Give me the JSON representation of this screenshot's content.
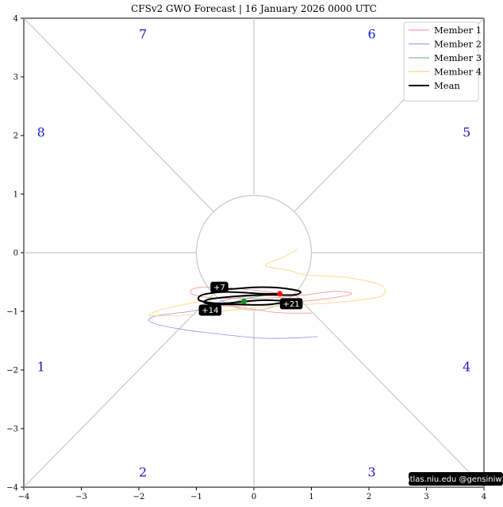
{
  "chart_data": {
    "type": "line",
    "title": "CFSv2 GWO Forecast  |  16  January  2026 0000 UTC",
    "xlim": [
      -4,
      4
    ],
    "ylim": [
      -4,
      4
    ],
    "xticks": [
      -4,
      -3,
      -2,
      -1,
      0,
      1,
      2,
      3,
      4
    ],
    "yticks": [
      -4,
      -3,
      -2,
      -1,
      0,
      1,
      2,
      3,
      4
    ],
    "tick_labels": [
      "−4",
      "−3",
      "−2",
      "−1",
      "0",
      "1",
      "2",
      "3",
      "4"
    ],
    "grid_circle_radius": 1,
    "phases": [
      {
        "label": "1",
        "x": -3.7,
        "y": -1.95
      },
      {
        "label": "2",
        "x": -1.93,
        "y": -3.75
      },
      {
        "label": "3",
        "x": 2.05,
        "y": -3.75
      },
      {
        "label": "4",
        "x": 3.7,
        "y": -1.95
      },
      {
        "label": "5",
        "x": 3.7,
        "y": 2.05
      },
      {
        "label": "6",
        "x": 2.05,
        "y": 3.72
      },
      {
        "label": "7",
        "x": -1.93,
        "y": 3.72
      },
      {
        "label": "8",
        "x": -3.7,
        "y": 2.05
      }
    ],
    "legend": {
      "position": "top-right"
    },
    "series": [
      {
        "name": "Member 1",
        "color": "#ff8c8c",
        "width": 0.8,
        "points": [
          [
            0.45,
            -0.7
          ],
          [
            0.2,
            -0.66
          ],
          [
            -0.2,
            -0.62
          ],
          [
            -0.6,
            -0.59
          ],
          [
            -1.0,
            -0.6
          ],
          [
            -1.1,
            -0.68
          ],
          [
            -0.9,
            -0.75
          ],
          [
            -0.4,
            -0.78
          ],
          [
            0.3,
            -0.77
          ],
          [
            0.9,
            -0.72
          ],
          [
            1.4,
            -0.66
          ],
          [
            1.7,
            -0.7
          ],
          [
            1.3,
            -0.78
          ],
          [
            0.5,
            -0.86
          ],
          [
            -0.2,
            -0.9
          ],
          [
            -0.7,
            -0.9
          ],
          [
            -0.3,
            -0.92
          ],
          [
            0.4,
            -1.02
          ],
          [
            1.0,
            -1.03
          ]
        ]
      },
      {
        "name": "Member 2",
        "color": "#9090f5",
        "width": 0.8,
        "points": [
          [
            0.45,
            -0.7
          ],
          [
            0.1,
            -0.73
          ],
          [
            -0.3,
            -0.77
          ],
          [
            -0.6,
            -0.84
          ],
          [
            -0.7,
            -0.92
          ],
          [
            -1.1,
            -1.0
          ],
          [
            -1.7,
            -1.08
          ],
          [
            -1.8,
            -1.18
          ],
          [
            -1.3,
            -1.3
          ],
          [
            -0.5,
            -1.4
          ],
          [
            0.2,
            -1.46
          ],
          [
            0.8,
            -1.45
          ],
          [
            1.1,
            -1.43
          ]
        ]
      },
      {
        "name": "Member 3",
        "color": "#5cb85c",
        "width": 0.8,
        "points": [
          [
            0.45,
            -0.7
          ],
          [
            0.1,
            -0.74
          ],
          [
            -0.2,
            -0.8
          ],
          [
            -0.4,
            -0.86
          ],
          [
            -0.6,
            -0.88
          ],
          [
            -0.3,
            -0.87
          ],
          [
            0.0,
            -0.82
          ]
        ]
      },
      {
        "name": "Member 4",
        "color": "#ffd27a",
        "width": 0.8,
        "points": [
          [
            0.45,
            -0.7
          ],
          [
            0.3,
            -0.72
          ],
          [
            -0.1,
            -0.74
          ],
          [
            -0.6,
            -0.78
          ],
          [
            -1.1,
            -0.86
          ],
          [
            -1.6,
            -0.97
          ],
          [
            -1.8,
            -1.07
          ],
          [
            -1.1,
            -1.06
          ],
          [
            -0.3,
            -0.97
          ],
          [
            0.5,
            -0.9
          ],
          [
            1.3,
            -0.86
          ],
          [
            1.9,
            -0.8
          ],
          [
            2.25,
            -0.72
          ],
          [
            2.2,
            -0.55
          ],
          [
            1.6,
            -0.42
          ],
          [
            0.9,
            -0.38
          ],
          [
            0.6,
            -0.3
          ],
          [
            0.2,
            -0.22
          ],
          [
            0.5,
            -0.08
          ],
          [
            0.75,
            0.05
          ]
        ]
      },
      {
        "name": "Mean",
        "color": "#000000",
        "width": 2,
        "points": [
          [
            0.45,
            -0.7
          ],
          [
            0.15,
            -0.7
          ],
          [
            -0.2,
            -0.68
          ],
          [
            -0.55,
            -0.67
          ],
          [
            -0.9,
            -0.72
          ],
          [
            -0.95,
            -0.81
          ],
          [
            -0.7,
            -0.86
          ],
          [
            -0.45,
            -0.86
          ],
          [
            -0.15,
            -0.83
          ],
          [
            0.2,
            -0.81
          ],
          [
            0.55,
            -0.83
          ],
          [
            0.3,
            -0.88
          ],
          [
            0.0,
            -0.89
          ],
          [
            -0.3,
            -0.88
          ],
          [
            -0.6,
            -0.88
          ],
          [
            -0.85,
            -0.86
          ],
          [
            -0.8,
            -0.8
          ],
          [
            -0.5,
            -0.76
          ],
          [
            -0.1,
            -0.73
          ],
          [
            0.3,
            -0.72
          ],
          [
            0.7,
            -0.72
          ],
          [
            0.8,
            -0.66
          ],
          [
            0.45,
            -0.6
          ],
          [
            0.0,
            -0.59
          ],
          [
            -0.4,
            -0.62
          ],
          [
            -0.6,
            -0.59
          ],
          [
            -0.55,
            -0.55
          ]
        ]
      }
    ],
    "markers": [
      {
        "name": "start",
        "x": 0.45,
        "y": -0.7,
        "color": "#ff0000"
      },
      {
        "name": "end",
        "x": -0.17,
        "y": -0.83,
        "color": "#1f8f1f"
      }
    ],
    "annotations": [
      {
        "text": "+7",
        "x": -0.6,
        "y": -0.59
      },
      {
        "text": "+14",
        "x": -0.76,
        "y": -0.98
      },
      {
        "text": "+21",
        "x": 0.65,
        "y": -0.87
      }
    ],
    "credit": "atlas.niu.edu  @gensiniwx"
  }
}
